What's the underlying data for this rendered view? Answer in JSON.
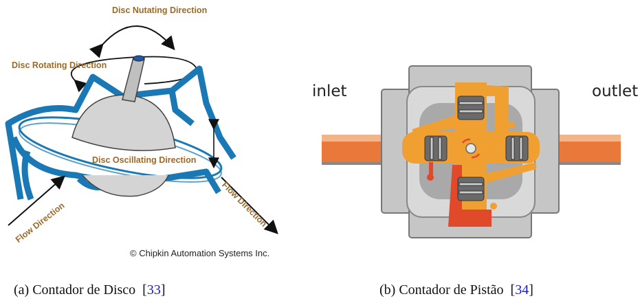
{
  "figure_a": {
    "labels": {
      "nutating": "Disc Nutating Direction",
      "rotating": "Disc Rotating Direction",
      "oscillating": "Disc Oscillating Direction",
      "flow_left": "Flow Direction",
      "flow_right": "Flow Direction"
    },
    "copyright": "© Chipkin Automation Systems Inc.",
    "caption_prefix": "(a) Contador de Disco",
    "caption_cite": "33",
    "colors": {
      "frame": "#1a78b4",
      "dome": "#d4d4d4",
      "label": "#9a6a2a"
    }
  },
  "figure_b": {
    "inlet": "inlet",
    "outlet": "outlet",
    "caption_prefix": "(b) Contador de Pistão",
    "caption_cite": "34",
    "colors": {
      "pipe": "#e8793a",
      "piston": "#f0a030",
      "chamber": "#e04a2a",
      "body": "#bdbdbd"
    }
  }
}
